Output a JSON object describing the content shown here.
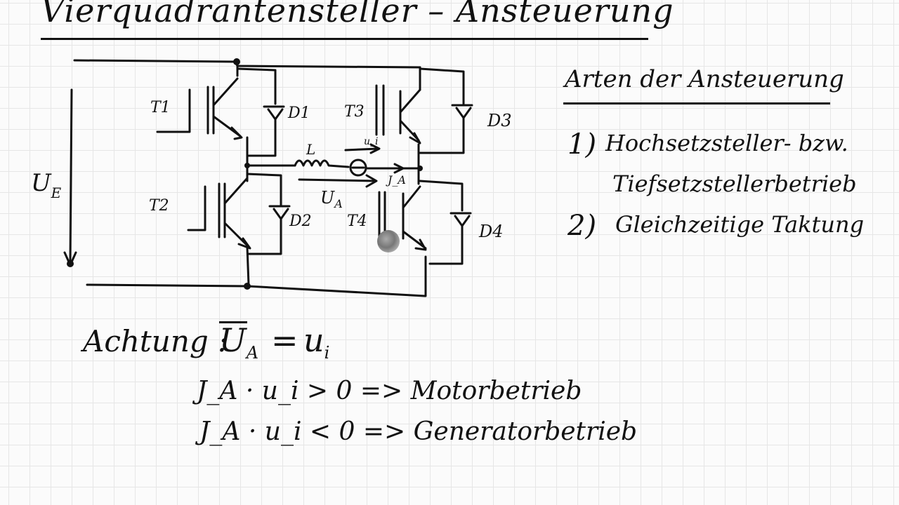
{
  "title": "Vierquadrantensteller – Ansteuerung",
  "circuit": {
    "supply_voltage": "U_E",
    "supply_voltage_main": "U",
    "supply_voltage_sub": "E",
    "transistors": [
      "T1",
      "T2",
      "T3",
      "T4"
    ],
    "diodes": [
      "D1",
      "D2",
      "D3",
      "D4"
    ],
    "inductor": "L",
    "output_voltage": "U_A",
    "output_voltage_main": "U",
    "output_voltage_sub": "A",
    "output_current": "J_A",
    "induced_voltage": "u_i"
  },
  "methods": {
    "heading": "Arten der Ansteuerung",
    "item1_number": "1)",
    "item1_text": "Hochsetzsteller- bzw.",
    "item1_cont": "Tiefsetzstellerbetrieb",
    "item2_number": "2)",
    "item2_text": "Gleichzeitige Taktung"
  },
  "note": {
    "label": "Achtung :",
    "lhs": "U",
    "lhs_sub": "A",
    "eq": "=",
    "rhs": "u",
    "rhs_sub": "i"
  },
  "conditions": {
    "row1": "J_A · u_i > 0  => Motorbetrieb",
    "row2": "J_A · u_i < 0  => Generatorbetrieb"
  }
}
